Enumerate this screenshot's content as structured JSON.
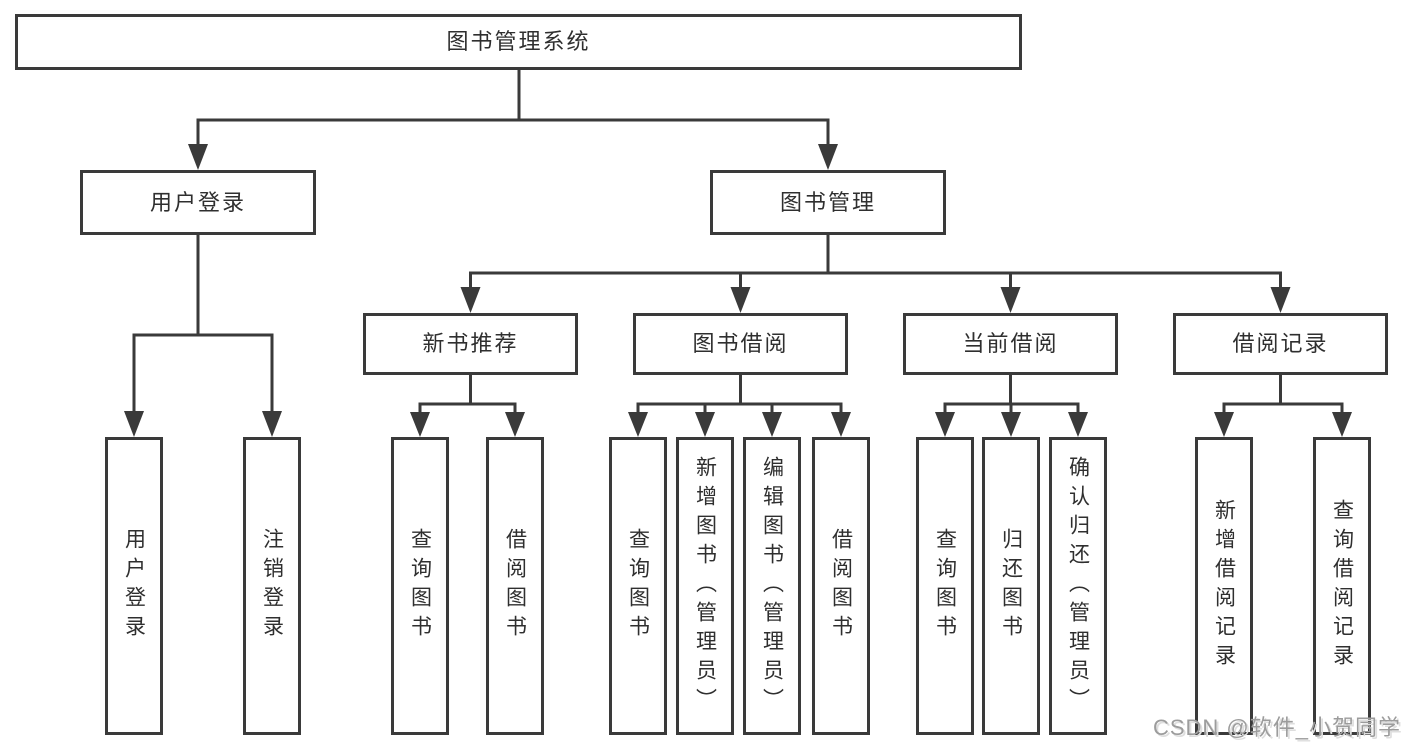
{
  "diagram": {
    "root": {
      "label": "图书管理系统"
    },
    "level2": [
      {
        "label": "用户登录"
      },
      {
        "label": "图书管理"
      }
    ],
    "level3": [
      {
        "label": "新书推荐",
        "parent": "图书管理"
      },
      {
        "label": "图书借阅",
        "parent": "图书管理"
      },
      {
        "label": "当前借阅",
        "parent": "图书管理"
      },
      {
        "label": "借阅记录",
        "parent": "图书管理"
      }
    ],
    "leaves": [
      {
        "label": "用户登录",
        "parent": "用户登录"
      },
      {
        "label": "注销登录",
        "parent": "用户登录"
      },
      {
        "label": "查询图书",
        "parent": "新书推荐"
      },
      {
        "label": "借阅图书",
        "parent": "新书推荐"
      },
      {
        "label": "查询图书",
        "parent": "图书借阅"
      },
      {
        "label": "新增图书（管理员）",
        "parent": "图书借阅"
      },
      {
        "label": "编辑图书（管理员）",
        "parent": "图书借阅"
      },
      {
        "label": "借阅图书",
        "parent": "图书借阅"
      },
      {
        "label": "查询图书",
        "parent": "当前借阅"
      },
      {
        "label": "归还图书",
        "parent": "当前借阅"
      },
      {
        "label": "确认归还（管理员）",
        "parent": "当前借阅"
      },
      {
        "label": "新增借阅记录",
        "parent": "借阅记录"
      },
      {
        "label": "查询借阅记录",
        "parent": "借阅记录"
      }
    ]
  },
  "watermark": {
    "text": "CSDN @软件_小贺同学",
    "color": "#9c9c9c"
  },
  "colors": {
    "line": "#3a3a3a",
    "text": "#2f2f2f",
    "background": "#ffffff"
  }
}
